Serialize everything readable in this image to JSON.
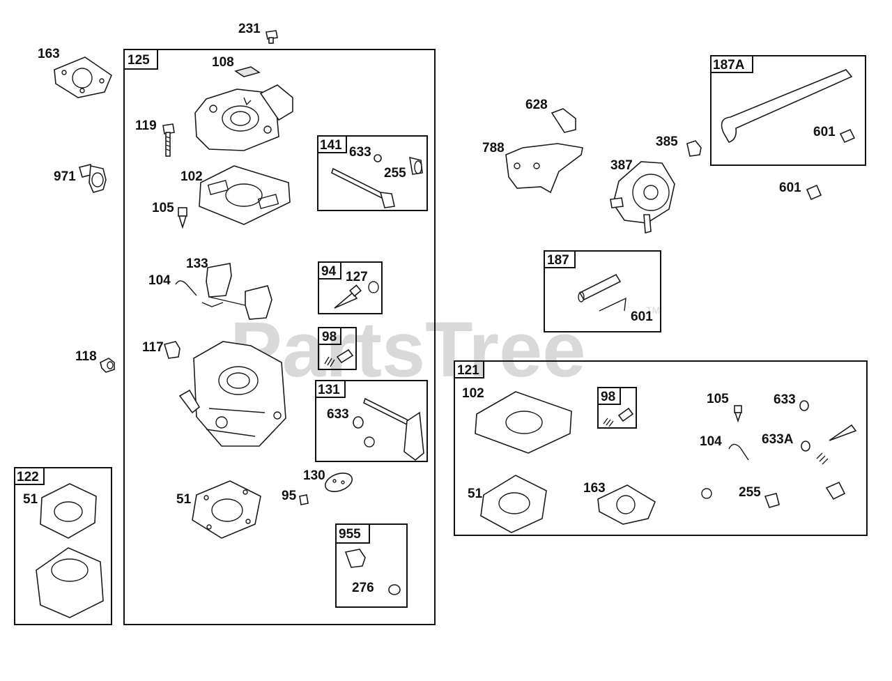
{
  "watermark": "PartsTree",
  "watermark_tm": "TM",
  "callouts": {
    "c231": "231",
    "c163": "163",
    "c971": "971",
    "c118": "118",
    "c108": "108",
    "c119": "119",
    "c102": "102",
    "c105": "105",
    "c133": "133",
    "c104": "104",
    "c117": "117",
    "c51": "51",
    "c95": "95",
    "c130": "130",
    "c633a": "633",
    "c255a": "255",
    "c127": "127",
    "c633b": "633",
    "c276": "276",
    "c628": "628",
    "c788": "788",
    "c385": "385",
    "c387": "387",
    "c601a": "601",
    "c601b": "601",
    "c601c": "601",
    "c122_51": "51",
    "c121_102": "102",
    "c121_105": "105",
    "c121_633": "633",
    "c121_104": "104",
    "c121_633A": "633A",
    "c121_51": "51",
    "c121_163": "163",
    "c121_255": "255"
  },
  "boxes": {
    "b125": "125",
    "b141": "141",
    "b94": "94",
    "b98a": "98",
    "b131": "131",
    "b955": "955",
    "b122": "122",
    "b187A": "187A",
    "b187": "187",
    "b121": "121",
    "b98b": "98"
  },
  "icons": [
    "gasket-icon",
    "screw-icon",
    "bolt-icon",
    "plug-icon",
    "carburetor-body-icon",
    "float-bowl-icon",
    "float-icon",
    "hinge-pin-icon",
    "needle-valve-icon",
    "spring-icon",
    "shaft-icon",
    "bushing-icon",
    "washer-icon",
    "throttle-plate-icon",
    "fuel-pump-icon",
    "bracket-icon",
    "hose-icon",
    "clamp-icon",
    "spacer-icon"
  ]
}
